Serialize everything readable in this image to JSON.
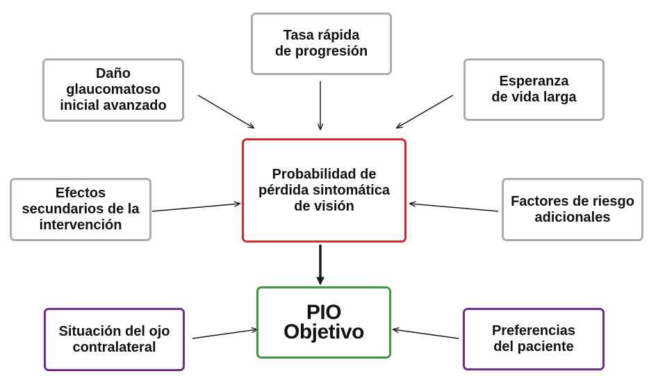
{
  "nodes": {
    "tasa": "Tasa rápida\nde progresión",
    "dano": "Daño\nglaucomatoso\ninicial avanzado",
    "esperanza": "Esperanza\nde vida larga",
    "efectos": "Efectos\nsecundarios de la\nintervención",
    "probabilidad": "Probabilidad de\npérdida sintomática\nde visión",
    "factores": "Factores de riesgo\nadicionales",
    "pio": "PIO\nObjetivo",
    "situacion": "Situación del ojo\ncontralateral",
    "preferencias": "Preferencias\ndel paciente"
  },
  "colors": {
    "gray_border": "#a8adb1",
    "red_border": "#d7262b",
    "green_border": "#3a9a3e",
    "purple_border": "#6f2c8c",
    "arrow": "#1a1a1a"
  }
}
